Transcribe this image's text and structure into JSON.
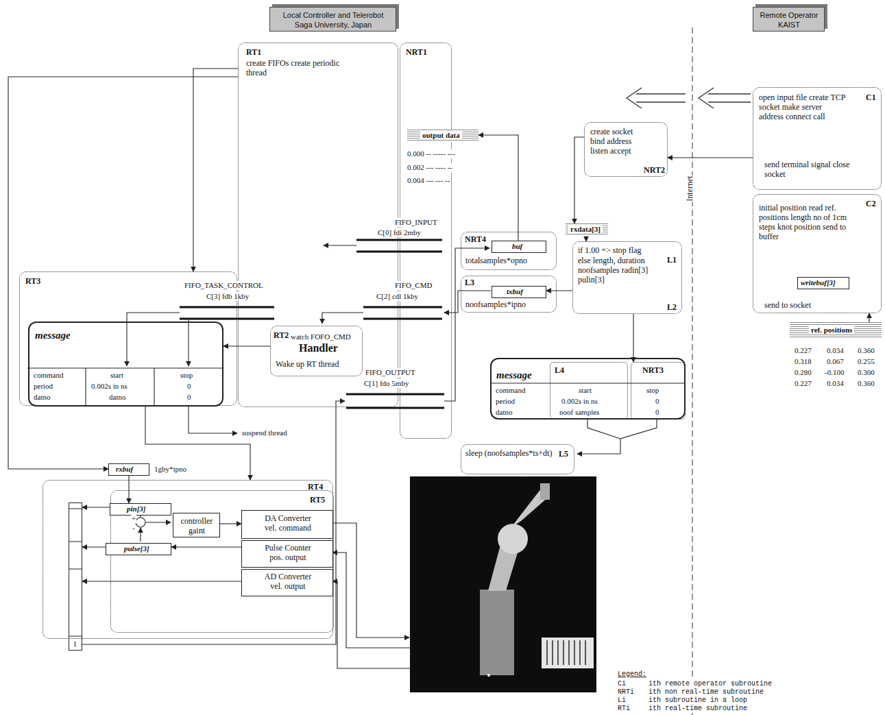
{
  "diagram": {
    "nodes": [
      {
        "text": [
          "Local Controller and Telerobot Saga University, Japan"
        ]
      },
      {
        "text": [
          "Remote Operator KAIST"
        ]
      },
      {
        "text": [
          "RT1",
          "create FIFOs create periodic thread"
        ]
      },
      {
        "text": [
          "NRT1"
        ]
      },
      {
        "text": [
          "output data"
        ],
        "in": 3
      },
      {
        "text": [
          "create socket bind address listen accept",
          "NRT2"
        ]
      },
      {
        "text": [
          "open input file create TCP socket make server address connect call",
          "C1",
          "send terminal signal close socket"
        ]
      },
      {
        "text": [
          "C2",
          "initial position read ref. positions length no of 1cm steps knot position send to buffer",
          "send to socket"
        ]
      },
      {
        "text": [
          "writebuf[3]"
        ],
        "in": 7
      },
      {
        "text": [
          "ref. positions"
        ]
      },
      {
        "text": [
          "rxdata[3]"
        ]
      },
      {
        "text": [
          "if 1.00 => stop flag",
          "L1",
          "else length, duration noofsamples radin[3] pulin[3]",
          "L2"
        ]
      },
      {
        "text": [
          "NRT4",
          "totalsamples*opno"
        ]
      },
      {
        "text": [
          "buf"
        ],
        "in": 12
      },
      {
        "text": [
          "L3",
          "noofsamples*ipno"
        ]
      },
      {
        "text": [
          "txbuf"
        ],
        "in": 14
      },
      {
        "text": [
          "RT3"
        ]
      },
      {
        "text": [
          "message"
        ],
        "in": 16
      },
      {
        "text": [
          "RT2",
          "watch FOFO_CMD",
          "Handler",
          "Wake up RT thread"
        ],
        "in": 2
      },
      {
        "text": [
          "message"
        ]
      },
      {
        "text": [
          "L4"
        ],
        "in": 19
      },
      {
        "text": [
          "NRT3"
        ],
        "in": 19
      },
      {
        "text": [
          "sleep (noofsamples*ts+dt)",
          "L5"
        ]
      },
      {
        "text": [
          "rxbuf"
        ]
      },
      {
        "text": [
          "RT4"
        ]
      },
      {
        "text": [
          "RT5"
        ],
        "in": 24
      },
      {
        "text": [
          "pin[3]"
        ],
        "in": 25
      },
      {
        "text": [
          "controller gaint"
        ],
        "in": 25
      },
      {
        "text": [
          "DA Converter vel. command"
        ],
        "in": 25
      },
      {
        "text": [
          "Pulse Counter pos. output"
        ],
        "in": 25
      },
      {
        "text": [
          "pulse[3]"
        ],
        "in": 25
      },
      {
        "text": [
          "AD Converter vel. output"
        ],
        "in": 25
      },
      {
        "text": [
          "t"
        ]
      }
    ],
    "edges": [
      {
        "from": 6,
        "to": 5,
        "arrow": "to"
      },
      {
        "from": 5,
        "to": 10,
        "arrow": "to"
      },
      {
        "from": 10,
        "to": 11,
        "arrow": "to"
      },
      {
        "from": 11,
        "to": 15,
        "arrow": "to"
      },
      {
        "from": 11,
        "to": 21,
        "arrow": "to"
      },
      {
        "from": 13,
        "to": 4,
        "arrow": "to"
      },
      {
        "from": 2,
        "to": 16,
        "arrow": "to"
      },
      {
        "from": 2,
        "to": 23,
        "arrow": "to"
      },
      {
        "from": 18,
        "to": 17,
        "arrow": "to"
      },
      {
        "from": 17,
        "to": 24,
        "arrow": "to"
      },
      {
        "from": 23,
        "to": 26,
        "arrow": "to"
      },
      {
        "from": 26,
        "to": 32,
        "arrow": "to"
      },
      {
        "from": 30,
        "to": 32,
        "arrow": "to"
      },
      {
        "from": 29,
        "to": 30,
        "arrow": "to"
      },
      {
        "from": 31,
        "to": 32,
        "arrow": "to"
      },
      {
        "from": 27,
        "to": 28,
        "arrow": "to"
      },
      {
        "from": 9,
        "to": 7,
        "arrow": "to"
      }
    ],
    "labels": [
      "FIFO_INPUT",
      "C[0] fdi 2mby",
      "FIFO_TASK_CONTROL",
      "C[3] fdb 1kby",
      "FIFO_CMD",
      "C[2] cdl 1kby",
      "FIFO_OUTPUT",
      "C[1] fdo 5mby",
      "0.000 -- ----- ---",
      "0.002 --- ---- --",
      "0.004 --- --- --",
      "command",
      "start",
      "stop",
      "period",
      "0.002s in ns",
      "0",
      "datno",
      "datno",
      "0",
      "suspend thread",
      "command",
      "start",
      "stop",
      "period",
      "0.002s in ns",
      "0",
      "datno",
      "noof samples",
      "0",
      "1gby*ipno",
      "+",
      "-",
      "0.227",
      "0.034",
      "0.360",
      "0.318",
      "0.067",
      "0.255",
      "0.280",
      "-0.100",
      "0.300",
      "0.227",
      "0.034",
      "0.360",
      "Internet",
      "Legend:",
      "Ci",
      "NRTi",
      "Li",
      "RTi"
    ],
    "legend": [
      {
        "text": "ith remote operator subroutine"
      },
      {
        "text": "ith non real-time subroutine"
      },
      {
        "text": "ith subroutine in a loop"
      },
      {
        "text": "ith real-time subroutine"
      }
    ]
  }
}
